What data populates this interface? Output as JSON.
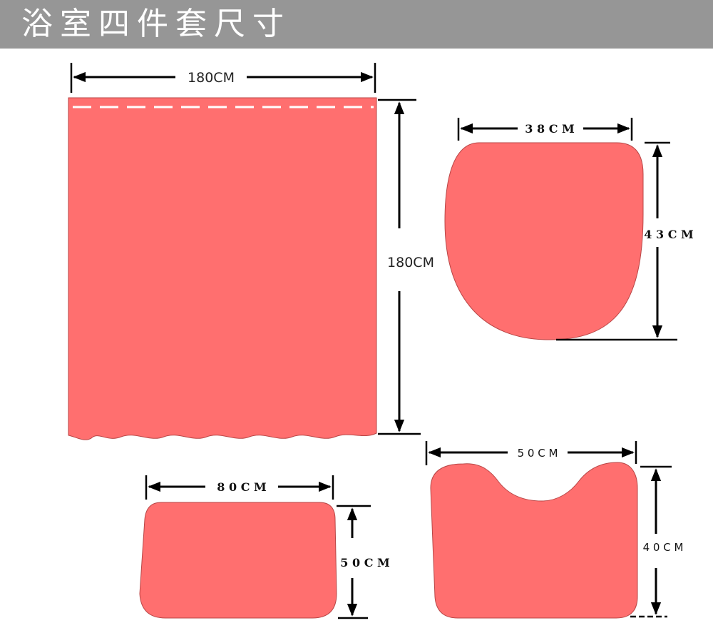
{
  "title": "浴室四件套尺寸",
  "colors": {
    "title_bar": "#969696",
    "fabric": "#FF6F6F",
    "fabric_edge": "#B84646",
    "dimension_line": "#000000"
  },
  "items": {
    "shower_curtain": {
      "width_label": "180CM",
      "height_label": "180CM"
    },
    "toilet_lid_cover": {
      "width_label": "3 8 C M",
      "height_label": "4 3 C M"
    },
    "bath_mat": {
      "width_label": "8 0 C M",
      "height_label": "5 0 C M"
    },
    "contour_mat": {
      "width_label": "5 0 C M",
      "height_label": "4 0 C M"
    }
  }
}
